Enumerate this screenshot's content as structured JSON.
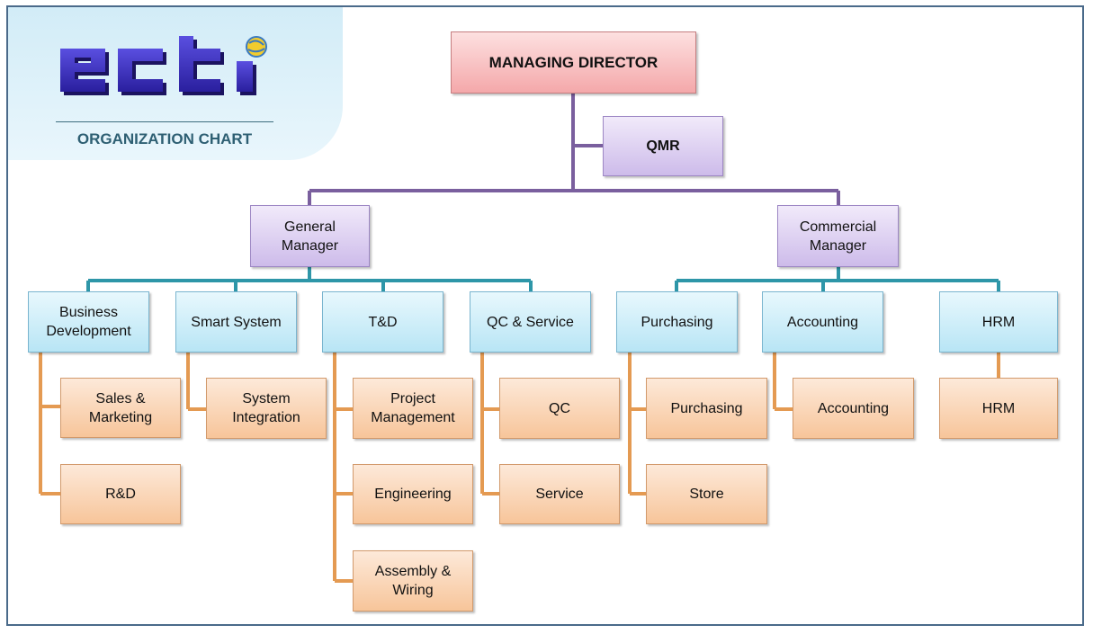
{
  "header": {
    "title": "ORGANIZATION CHART",
    "logo_text": "ecti"
  },
  "colors": {
    "top_line": "#7a5f9e",
    "mid_line": "#2e96a8",
    "sub_line": "#e49a52"
  },
  "org": {
    "managing_director": "MANAGING DIRECTOR",
    "qmr": "QMR",
    "general_manager": "General\nManager",
    "commercial_manager": "Commercial\nManager",
    "business_development": "Business\nDevelopment",
    "smart_system": "Smart System",
    "td": "T&D",
    "qc_service": "QC & Service",
    "purchasing_dept": "Purchasing",
    "accounting_dept": "Accounting",
    "hrm_dept": "HRM",
    "sales_marketing": "Sales &\nMarketing",
    "rd": "R&D",
    "system_integration": "System\nIntegration",
    "project_management": "Project\nManagement",
    "engineering": "Engineering",
    "assembly_wiring": "Assembly &\nWiring",
    "qc": "QC",
    "service": "Service",
    "purchasing": "Purchasing",
    "store": "Store",
    "accounting": "Accounting",
    "hrm": "HRM"
  }
}
